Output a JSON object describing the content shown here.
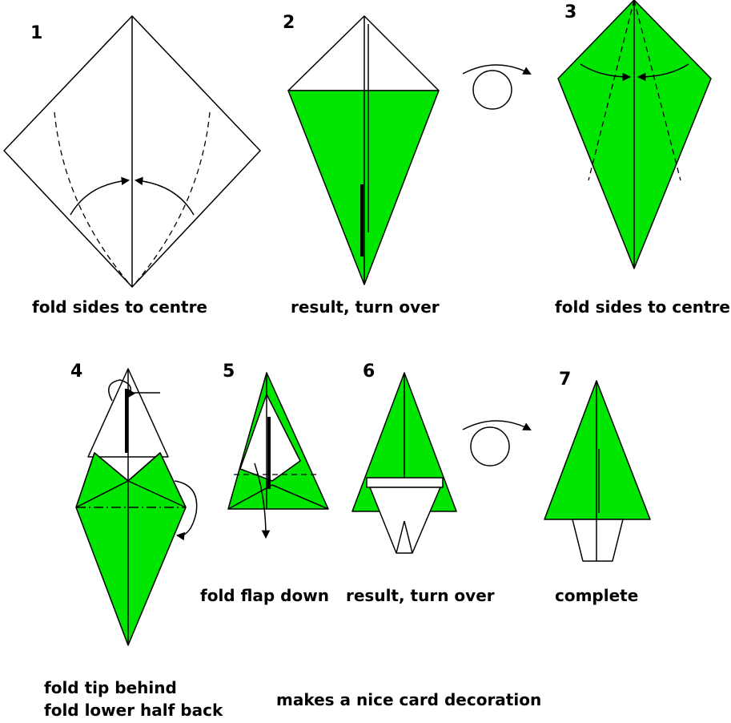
{
  "steps": [
    {
      "number": "1",
      "caption": "fold sides to centre"
    },
    {
      "number": "2",
      "caption": "result, turn over"
    },
    {
      "number": "3",
      "caption": "fold sides to centre"
    },
    {
      "number": "4",
      "caption": "fold tip behind"
    },
    {
      "number": "5",
      "caption": "fold flap down"
    },
    {
      "number": "6",
      "caption": "result, turn over"
    },
    {
      "number": "7",
      "caption": "complete"
    }
  ],
  "step4_extra_caption": "fold lower half back",
  "footer_note": "makes a nice card decoration",
  "colors": {
    "paper_green": "#00e600",
    "line": "#000000",
    "background": "#ffffff"
  }
}
